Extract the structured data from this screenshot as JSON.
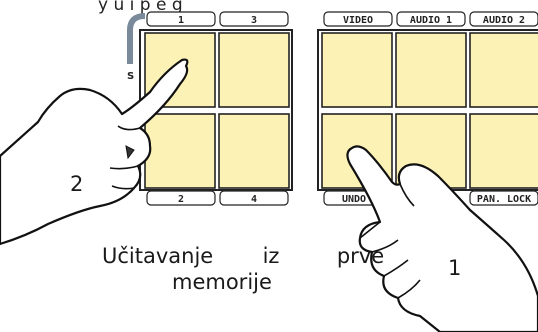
{
  "heading_cut": "y  u  i   p   e  g",
  "tabs_top": [
    "1",
    "3",
    "VIDEO",
    "AUDIO 1",
    "AUDIO 2"
  ],
  "tabs_bottom": [
    "2",
    "4",
    "UNDO",
    "PAN. LOCK"
  ],
  "side_letter": "S",
  "caption_line1_words": [
    "Učitavanje",
    "iz",
    "prve"
  ],
  "caption_line2": "memorije",
  "hand_right_number": "1",
  "hand_left_number": "2",
  "colors": {
    "pad": "#fdf2b5",
    "outline": "#222222",
    "side_bar": "#7a8a9a"
  }
}
